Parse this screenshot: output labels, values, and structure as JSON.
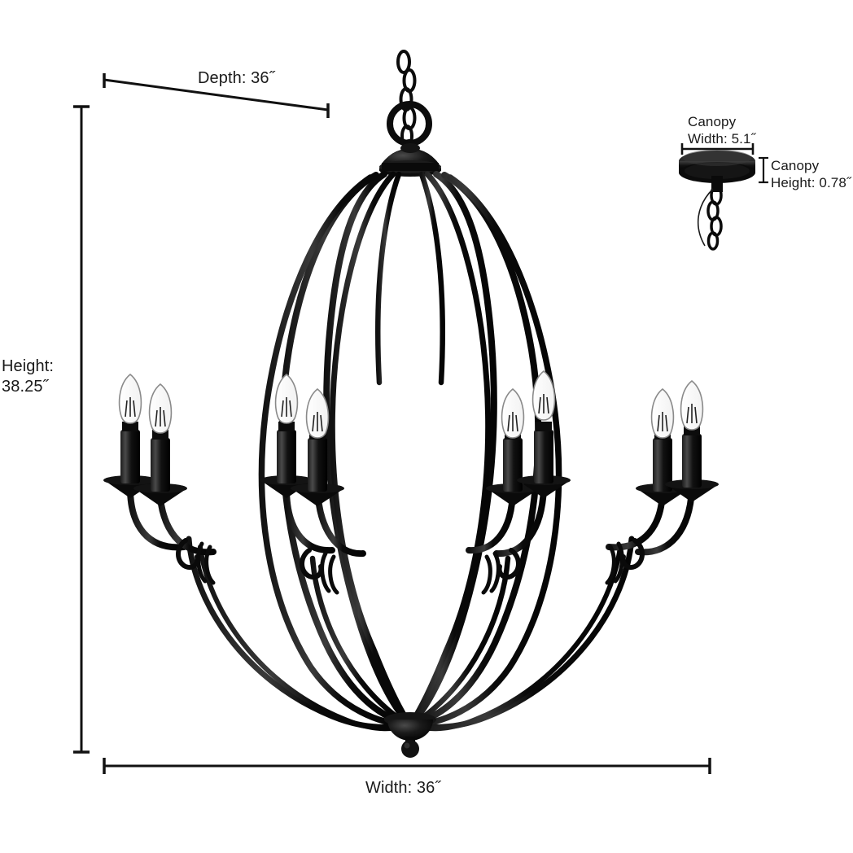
{
  "product": {
    "type": "chandelier",
    "finish_color": "#0a0a0a",
    "background_color": "#ffffff",
    "light_count": 8,
    "bulb_style": "candle-clear-filament"
  },
  "dimensions": {
    "depth": {
      "label": "Depth: 36˝",
      "value": 36,
      "unit": "in"
    },
    "height": {
      "label_line1": "Height:",
      "label_line2": "38.25˝",
      "value": 38.25,
      "unit": "in"
    },
    "width": {
      "label": "Width: 36˝",
      "value": 36,
      "unit": "in"
    },
    "canopy_width": {
      "label_line1": "Canopy",
      "label_line2": "Width: 5.1˝",
      "value": 5.1,
      "unit": "in"
    },
    "canopy_height": {
      "label_line1": "Canopy",
      "label_line2": "Height: 0.78˝",
      "value": 0.78,
      "unit": "in"
    }
  },
  "chart_data": {
    "type": "table",
    "title": "Chandelier Dimensions",
    "categories": [
      "Depth",
      "Height",
      "Width",
      "Canopy Width",
      "Canopy Height"
    ],
    "values": [
      36,
      38.25,
      36,
      5.1,
      0.78
    ],
    "unit": "inches",
    "annotations": [
      "Depth: 36˝",
      "Height: 38.25˝",
      "Width: 36˝",
      "Canopy Width: 5.1˝",
      "Canopy Height: 0.78˝"
    ]
  }
}
